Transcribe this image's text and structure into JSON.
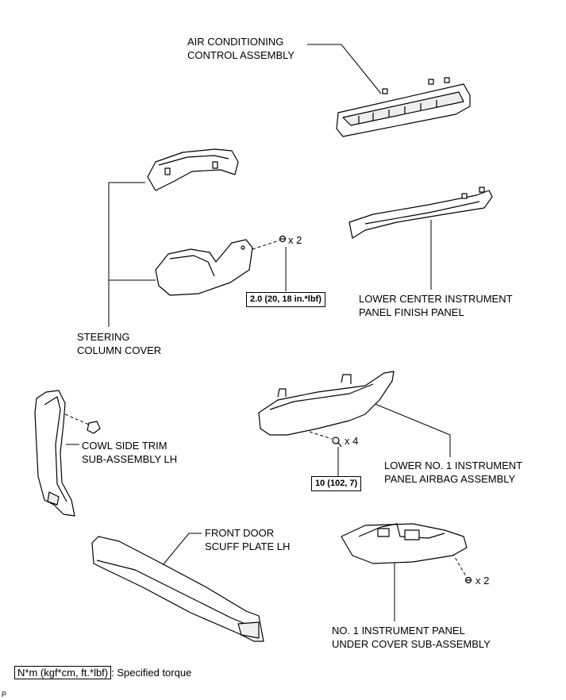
{
  "labels": {
    "ac_line1": "AIR CONDITIONING",
    "ac_line2": "CONTROL ASSEMBLY",
    "steer_line1": "STEERING",
    "steer_line2": "COLUMN COVER",
    "lcip_line1": "LOWER CENTER INSTRUMENT",
    "lcip_line2": "PANEL FINISH PANEL",
    "cowl_line1": "COWL SIDE TRIM",
    "cowl_line2": "SUB-ASSEMBLY LH",
    "airbag_line1": "LOWER NO. 1 INSTRUMENT",
    "airbag_line2": "PANEL AIRBAG ASSEMBLY",
    "scuff_line1": "FRONT DOOR",
    "scuff_line2": "SCUFF PLATE LH",
    "under_line1": "NO. 1 INSTRUMENT PANEL",
    "under_line2": "UNDER COVER SUB-ASSEMBLY"
  },
  "quantities": {
    "steer_screw": "x 2",
    "airbag_bolt": "x 4",
    "under_screw": "x 2"
  },
  "torques": {
    "steer": "2.0 (20, 18 in.*lbf)",
    "airbag": "10 (102, 7)"
  },
  "legend": {
    "unit": "N*m (kgf*cm, ft.*lbf)",
    "text": ": Specified torque"
  },
  "illustration_code": "P"
}
